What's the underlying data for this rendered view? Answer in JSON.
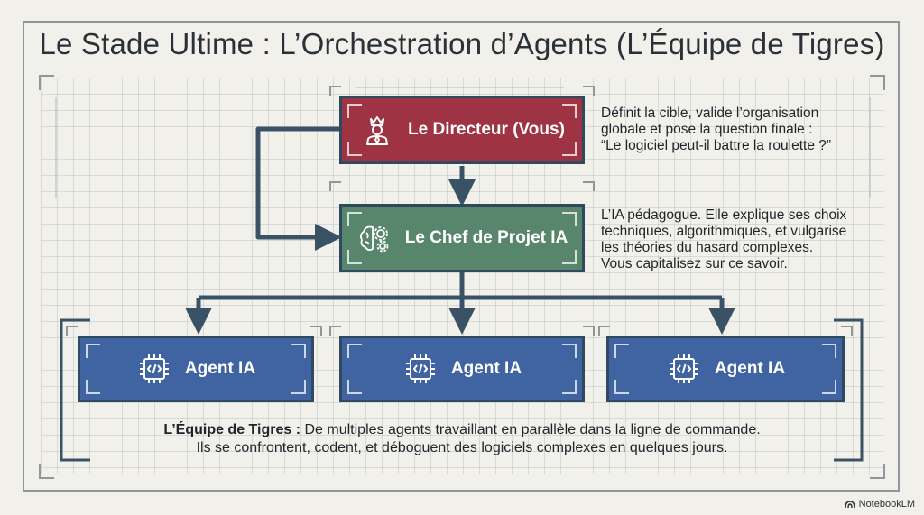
{
  "title": "Le Stade Ultime : L’Orchestration d’Agents (L’Équipe de Tigres)",
  "director": {
    "label": "Le Directeur (Vous)",
    "icon": "crowned-person-icon",
    "color": "#9e3443",
    "note": [
      "Définit la cible, valide l’organisation",
      "globale et pose la question finale :",
      "“Le logiciel peut-il battre la roulette ?”"
    ]
  },
  "project_lead": {
    "label": "Le Chef de Projet IA",
    "icon": "brain-gears-icon",
    "color": "#58866d",
    "note": [
      "L’IA pédagogue. Elle explique ses choix",
      "techniques, algorithmiques, et vulgarise",
      "les théories du hasard complexes.",
      "Vous capitalisez sur ce savoir."
    ]
  },
  "agents": [
    {
      "label": "Agent IA",
      "icon": "chip-code-icon"
    },
    {
      "label": "Agent IA",
      "icon": "chip-code-icon"
    },
    {
      "label": "Agent IA",
      "icon": "chip-code-icon"
    }
  ],
  "agent_color": "#3f64a1",
  "footer": {
    "bold": "L’Équipe de Tigres :",
    "line1_rest": " De multiples agents travaillant en parallèle dans la ligne de commande.",
    "line2": "Ils se confrontent, codent, et déboguent des logiciels complexes en quelques jours."
  },
  "brand": "NotebookLM"
}
